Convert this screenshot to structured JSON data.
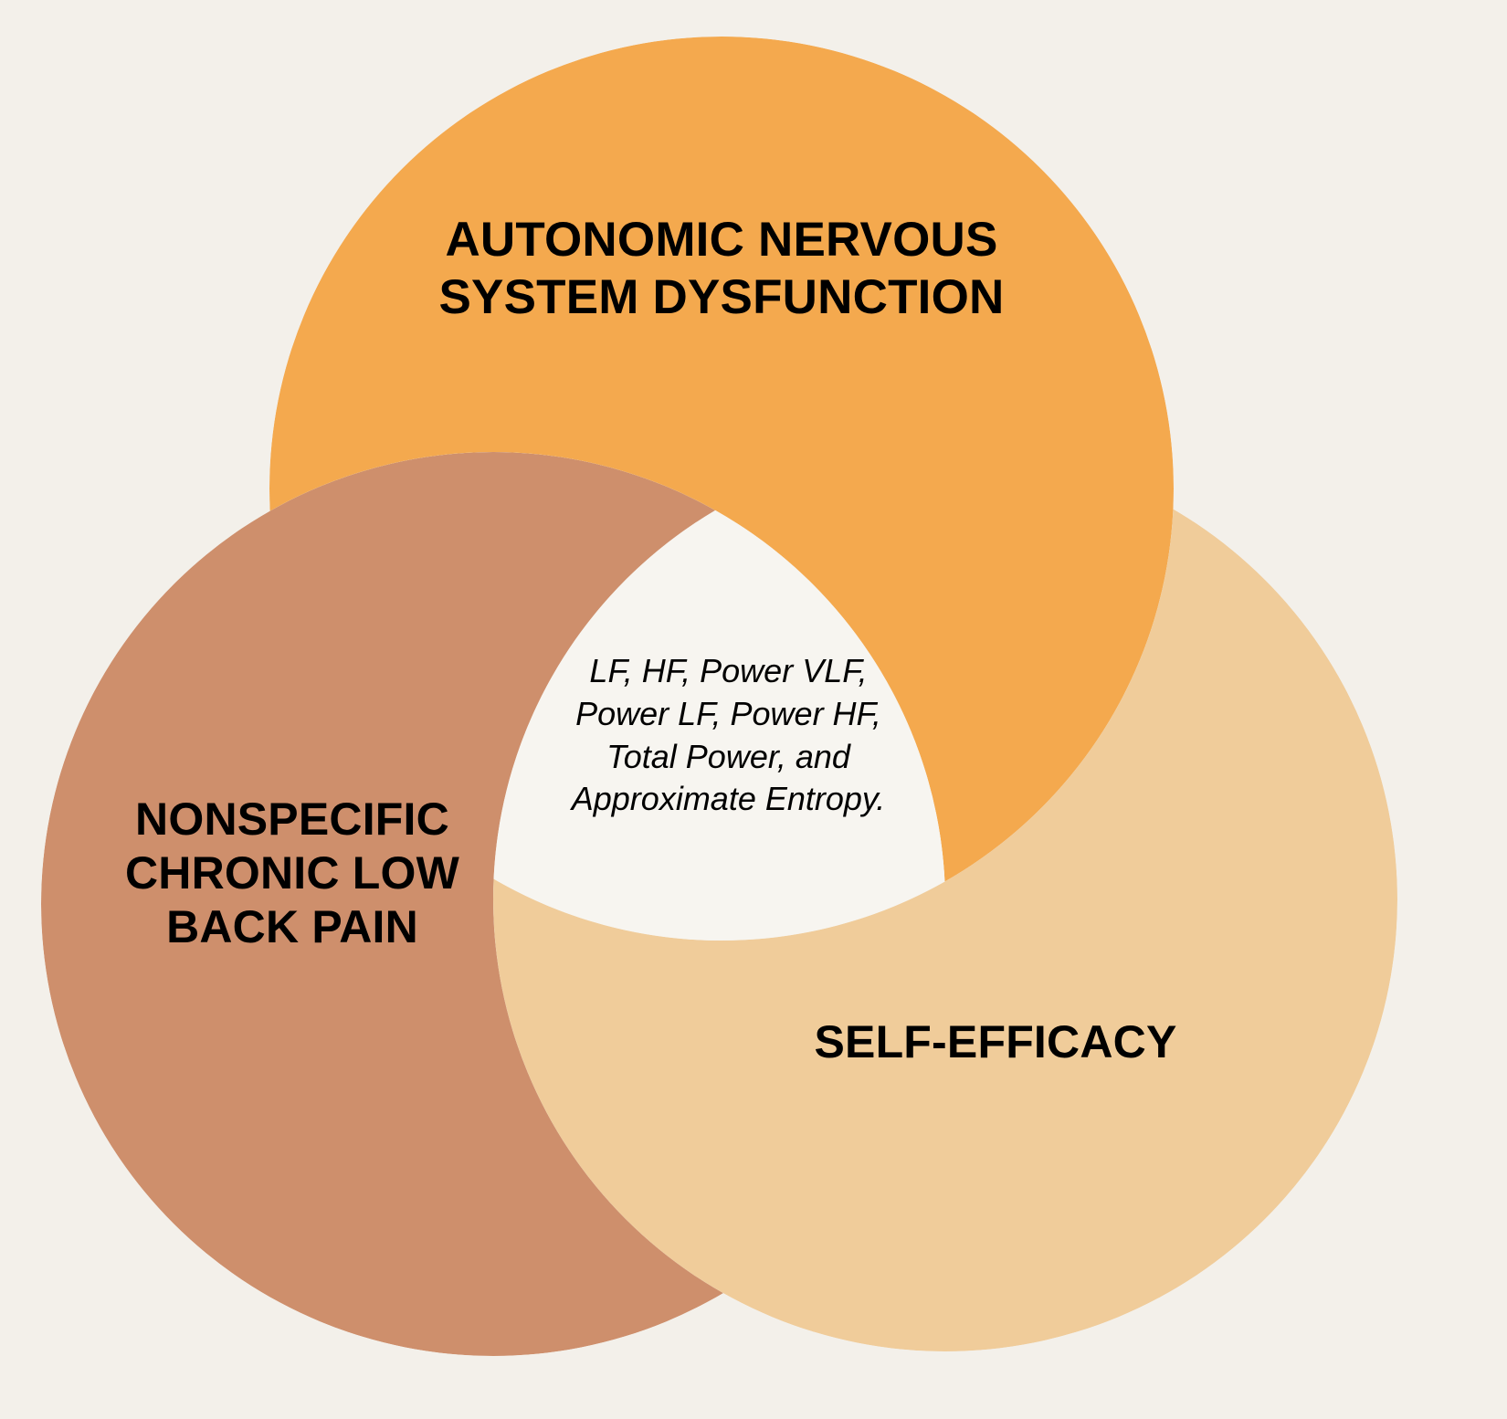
{
  "figure": {
    "type": "venn-diagram",
    "background_color": "#F3F0EA"
  },
  "circles": [
    {
      "id": "autonomic-nervous-system-dysfunction",
      "label": "AUTONOMIC NERVOUS\nSYSTEM DYSFUNCTION",
      "color": "#F4A94E",
      "position": "top"
    },
    {
      "id": "nonspecific-chronic-low-back-pain",
      "label": "NONSPECIFIC\nCHRONIC LOW\nBACK PAIN",
      "color": "#CE8F6C",
      "position": "left"
    },
    {
      "id": "self-efficacy",
      "label": "SELF-EFFICACY",
      "color": "#F0CC9A",
      "position": "right"
    }
  ],
  "intersection": {
    "label": "LF, HF, Power VLF,\nPower LF, Power HF,\nTotal Power, and\nApproximate Entropy.",
    "color": "#F7F5F0"
  },
  "chart_data": {
    "type": "venn",
    "title": "",
    "sets": [
      {
        "name": "AUTONOMIC NERVOUS SYSTEM DYSFUNCTION",
        "color": "#F4A94E",
        "center": [
          790,
          535
        ],
        "radius": 495
      },
      {
        "name": "NONSPECIFIC CHRONIC LOW BACK PAIN",
        "color": "#CE8F6C",
        "center": [
          540,
          990
        ],
        "radius": 495
      },
      {
        "name": "SELF-EFFICACY",
        "color": "#F0CC9A",
        "center": [
          1035,
          985
        ],
        "radius": 495
      }
    ],
    "intersections": [
      {
        "sets": [
          "AUTONOMIC NERVOUS SYSTEM DYSFUNCTION",
          "NONSPECIFIC CHRONIC LOW BACK PAIN",
          "SELF-EFFICACY"
        ],
        "label": "LF, HF, Power VLF, Power LF, Power HF, Total Power, and Approximate Entropy.",
        "color": "#F7F5F0"
      }
    ],
    "overlap_order": [
      "self-efficacy over nonspecific-chronic-low-back-pain",
      "nonspecific-chronic-low-back-pain over autonomic-nervous-system-dysfunction",
      "autonomic-nervous-system-dysfunction over self-efficacy"
    ],
    "legend": "none",
    "grid": false
  }
}
